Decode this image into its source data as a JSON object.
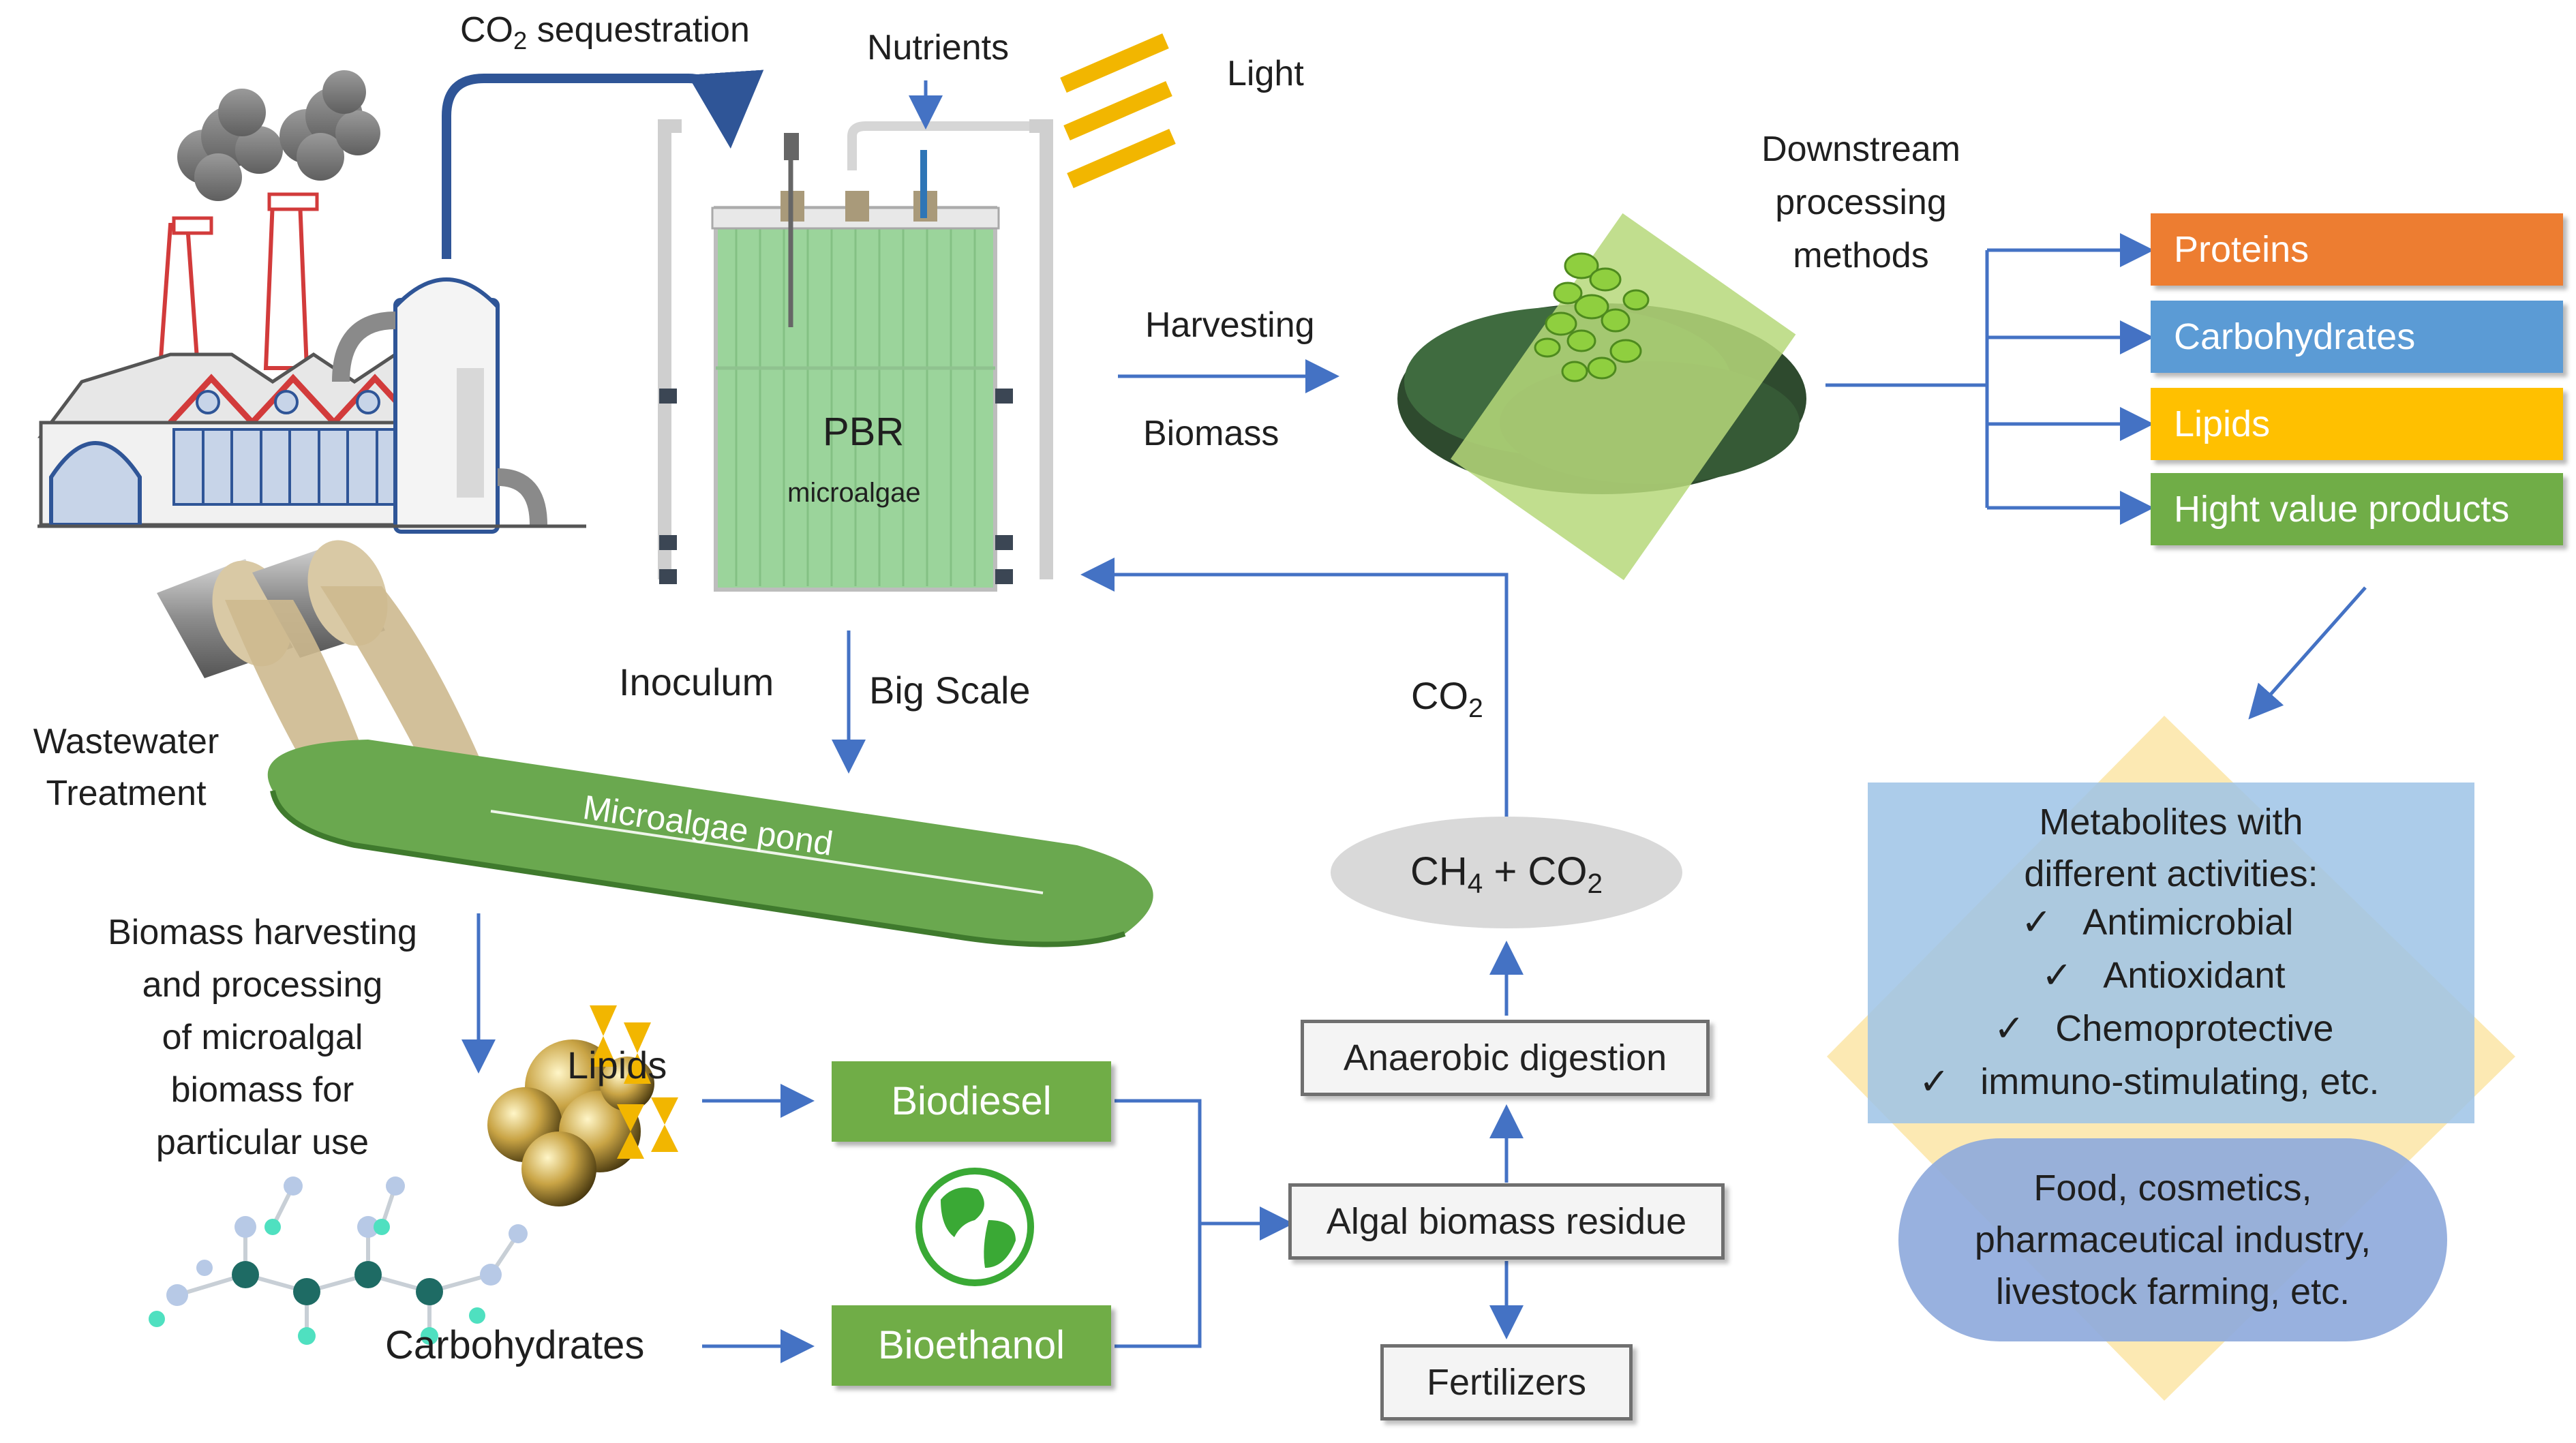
{
  "labels": {
    "co2_sequestration": "CO",
    "co2_sequestration_sub": "2",
    "co2_sequestration_rest": " sequestration",
    "nutrients": "Nutrients",
    "light": "Light",
    "pbr": "PBR",
    "pbr_sub": "microalgae",
    "harvesting": "Harvesting",
    "biomass": "Biomass",
    "downstream": [
      "Downstream",
      "processing",
      "methods"
    ],
    "inoculum": "Inoculum",
    "big_scale": "Big Scale",
    "co2": "CO",
    "co2_sub": "2",
    "wastewater": [
      "Wastewater",
      "Treatment"
    ],
    "pond": "Microalgae pond",
    "biomass_harvesting": [
      "Biomass harvesting",
      "and processing",
      "of microalgal",
      "biomass for",
      "particular use"
    ],
    "lipids": "Lipids",
    "carbohydrates": "Carbohydrates",
    "ch4": "CH",
    "ch4_sub": "4",
    "ch4_plus": " + CO",
    "ch4_co2_sub": "2"
  },
  "products": [
    {
      "label": "Proteins",
      "color": "#ed7d31"
    },
    {
      "label": "Carbohydrates",
      "color": "#5b9bd5"
    },
    {
      "label": "Lipids",
      "color": "#ffc000"
    },
    {
      "label": "Hight value products",
      "color": "#70ad47"
    }
  ],
  "fuels": {
    "biodiesel": "Biodiesel",
    "bioethanol": "Bioethanol",
    "color": "#70ad47"
  },
  "process_boxes": {
    "anaerobic": "Anaerobic digestion",
    "residue": "Algal biomass residue",
    "fertilizers": "Fertilizers"
  },
  "metabolites": {
    "title": [
      "Metabolites with",
      "different activities:"
    ],
    "items": [
      "Antimicrobial",
      "Antioxidant",
      "Chemoprotective",
      "immuno-stimulating, etc."
    ],
    "check": "✓"
  },
  "applications": [
    "Food, cosmetics,",
    "pharmaceutical industry,",
    "livestock farming, etc."
  ],
  "colors": {
    "arrow": "#4472c4",
    "arrow_dark": "#2f5597",
    "light_rays": "#f2b600",
    "pond": "#6aa84f",
    "pbr": "#9bd49b",
    "diamond": "#fbe5a6",
    "meta_box": "#9dc3e6",
    "app_box": "#8faadc"
  }
}
